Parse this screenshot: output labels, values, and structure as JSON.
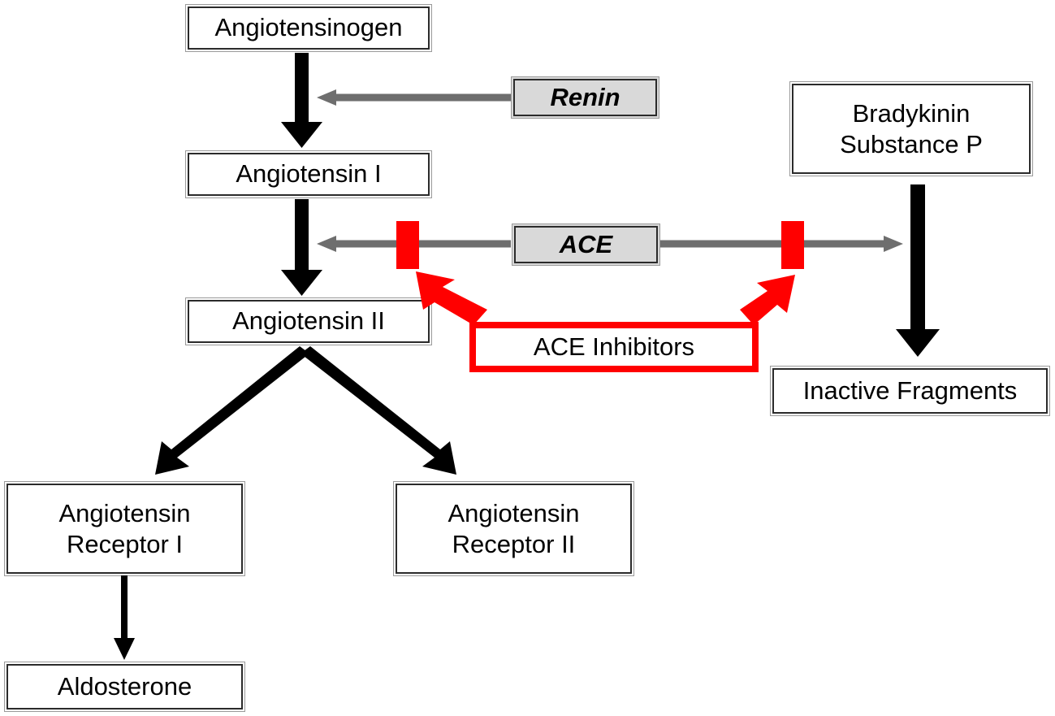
{
  "diagram": {
    "title": "Renin-Angiotensin-Aldosterone System and ACE Inhibitor action",
    "colors": {
      "arrow_black": "#000000",
      "arrow_gray": "#6e6e6e",
      "inhibitor_red": "#ff0000",
      "enzyme_fill": "#d9d9d9",
      "node_fill": "#ffffff",
      "node_border": "#2b2b2b",
      "node_outer_border": "#9a9a9a"
    }
  },
  "nodes": {
    "angiotensinogen": {
      "label": "Angiotensinogen"
    },
    "angiotensin_i": {
      "label": "Angiotensin I"
    },
    "angiotensin_ii": {
      "label": "Angiotensin II"
    },
    "renin": {
      "label": "Renin"
    },
    "ace": {
      "label": "ACE"
    },
    "bradykinin": {
      "label": "Bradykinin\nSubstance P"
    },
    "inactive_fragments": {
      "label": "Inactive Fragments"
    },
    "receptor_i": {
      "label": "Angiotensin\nReceptor  I"
    },
    "receptor_ii": {
      "label": "Angiotensin\nReceptor  II"
    },
    "aldosterone": {
      "label": "Aldosterone"
    },
    "ace_inhibitors": {
      "label": "ACE Inhibitors"
    }
  },
  "edges": [
    {
      "name": "angiotensinogen-to-angiotensin-i",
      "from": "angiotensinogen",
      "to": "angiotensin_i",
      "style": "thick-black-down"
    },
    {
      "name": "renin-catalyzes",
      "from": "renin",
      "to": "angiotensinogen-to-angiotensin-i",
      "style": "gray-left"
    },
    {
      "name": "angiotensin-i-to-angiotensin-ii",
      "from": "angiotensin_i",
      "to": "angiotensin_ii",
      "style": "thick-black-down"
    },
    {
      "name": "ace-catalyzes-left",
      "from": "ace",
      "to": "angiotensin-i-to-angiotensin-ii",
      "style": "gray-left"
    },
    {
      "name": "ace-catalyzes-right",
      "from": "ace",
      "to": "bradykinin-degradation",
      "style": "gray-right"
    },
    {
      "name": "bradykinin-degradation",
      "from": "bradykinin",
      "to": "inactive_fragments",
      "style": "thick-black-down"
    },
    {
      "name": "angiotensin-ii-to-receptor-i",
      "from": "angiotensin_ii",
      "to": "receptor_i",
      "style": "black-diagonal-left"
    },
    {
      "name": "angiotensin-ii-to-receptor-ii",
      "from": "angiotensin_ii",
      "to": "receptor_ii",
      "style": "black-diagonal-right"
    },
    {
      "name": "receptor-i-to-aldosterone",
      "from": "receptor_i",
      "to": "aldosterone",
      "style": "thin-black-down"
    },
    {
      "name": "ace-inhibitor-blocks-left",
      "from": "ace_inhibitors",
      "to": "block-bar-left",
      "style": "red-arrow-up-left"
    },
    {
      "name": "ace-inhibitor-blocks-right",
      "from": "ace_inhibitors",
      "to": "block-bar-right",
      "style": "red-arrow-up-right"
    }
  ],
  "blockers": [
    {
      "name": "block-bar-left",
      "blocks": "angiotensin-i-to-angiotensin-ii-conversion"
    },
    {
      "name": "block-bar-right",
      "blocks": "bradykinin-degradation"
    }
  ]
}
